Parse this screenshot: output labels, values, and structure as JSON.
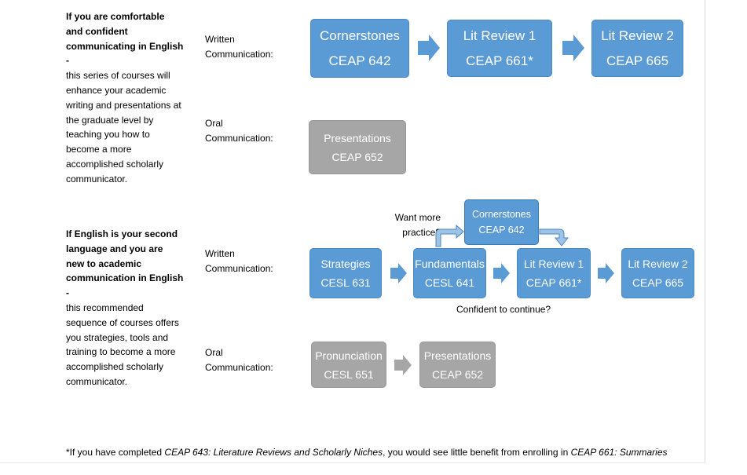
{
  "section1": {
    "desc_bold": "If you are comfortable and confident communicating in English -",
    "desc_rest": "this series of courses will enhance your academic writing and presentations at the graduate level by teaching you how to become a more accomplished scholarly communicator.",
    "written_label": "Written Communication:",
    "oral_label": "Oral Communication:",
    "written_boxes": [
      {
        "name": "Cornerstones",
        "code": "CEAP 642"
      },
      {
        "name": "Lit Review 1",
        "code": "CEAP 661*"
      },
      {
        "name": "Lit Review 2",
        "code": "CEAP 665"
      }
    ],
    "oral_box": {
      "name": "Presentations",
      "code": "CEAP 652"
    }
  },
  "section2": {
    "desc_bold": "If English is your second language and you are new to academic communication in English -",
    "desc_rest": "this recommended sequence of courses offers you strategies, tools and training to become a more accomplished scholarly communicator.",
    "written_label": "Written Communication:",
    "oral_label": "Oral Communication:",
    "want_more": "Want more practice?",
    "confident": "Confident to continue?",
    "optional_box": {
      "name": "Cornerstones",
      "code": "CEAP 642"
    },
    "written_boxes": [
      {
        "name": "Strategies",
        "code": "CESL 631"
      },
      {
        "name": "Fundamentals",
        "code": "CESL 641"
      },
      {
        "name": "Lit Review 1",
        "code": "CEAP 661*"
      },
      {
        "name": "Lit Review 2",
        "code": "CEAP 665"
      }
    ],
    "oral_boxes": [
      {
        "name": "Pronunciation",
        "code": "CESL 651"
      },
      {
        "name": "Presentations",
        "code": "CEAP 652"
      }
    ]
  },
  "footnote": {
    "prefix": "*If you have completed ",
    "course1": "CEAP 643: Literature Reviews and Scholarly Niches",
    "middle": ", you would see little benefit from enrolling in ",
    "course2": "CEAP 661: Summaries"
  },
  "colors": {
    "blue": "#5b9bd5",
    "gray": "#a6a6a6"
  }
}
